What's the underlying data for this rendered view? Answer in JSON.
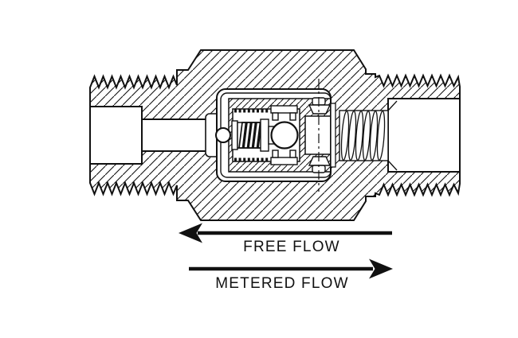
{
  "diagram": {
    "kind": "check-valve cross-section technical drawing",
    "labels": {
      "free_flow": "FREE FLOW",
      "metered_flow": "METERED FLOW"
    },
    "arrows": [
      {
        "label": "FREE FLOW",
        "direction": "left"
      },
      {
        "label": "METERED FLOW",
        "direction": "right"
      }
    ],
    "colors": {
      "line": "#111111",
      "background": "#ffffff"
    }
  }
}
